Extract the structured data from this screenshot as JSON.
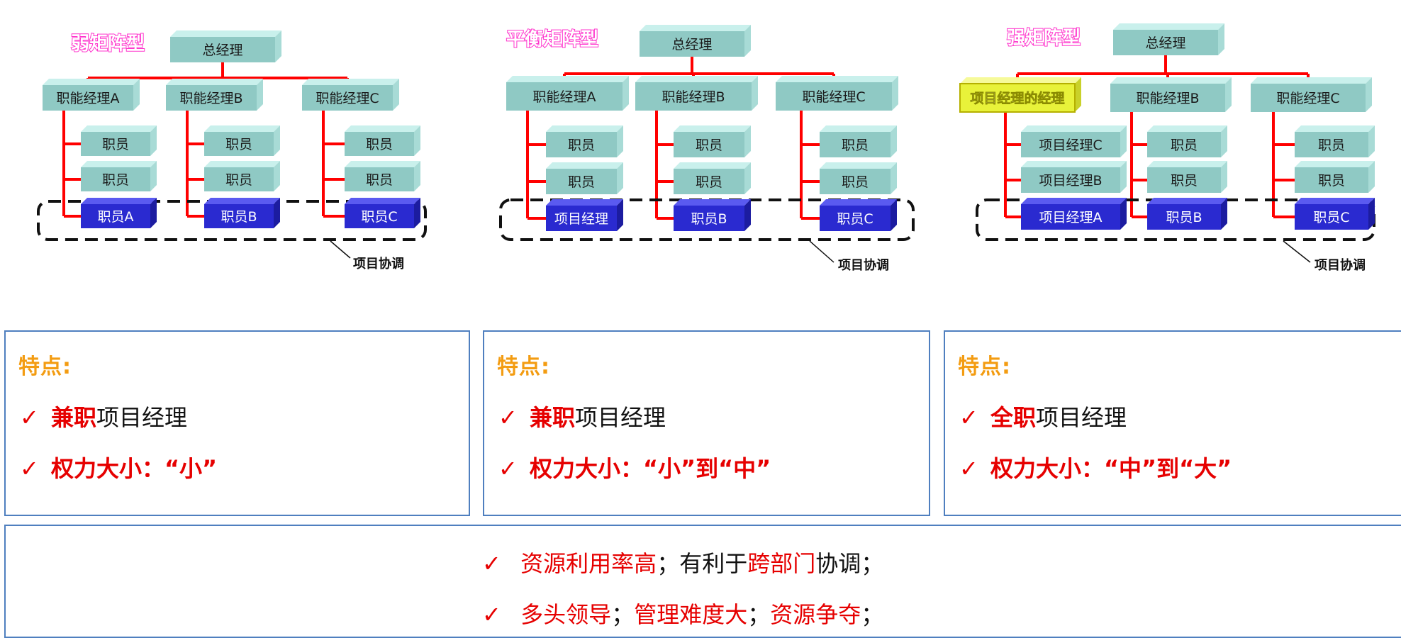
{
  "charts": [
    {
      "type_label": "弱矩阵型",
      "top": "总经理",
      "managers": [
        "职能经理A",
        "职能经理B",
        "职能经理C"
      ],
      "columns": [
        [
          "职员",
          "职员",
          "职员A"
        ],
        [
          "职员",
          "职员",
          "职员B"
        ],
        [
          "职员",
          "职员",
          "职员C"
        ]
      ],
      "coordination_label": "项目协调"
    },
    {
      "type_label": "平衡矩阵型",
      "top": "总经理",
      "managers": [
        "职能经理A",
        "职能经理B",
        "职能经理C"
      ],
      "columns": [
        [
          "职员",
          "职员",
          "项目经理"
        ],
        [
          "职员",
          "职员",
          "职员B"
        ],
        [
          "职员",
          "职员",
          "职员C"
        ]
      ],
      "coordination_label": "项目协调"
    },
    {
      "type_label": "强矩阵型",
      "top": "总经理",
      "managers": [
        "项目经理的经理",
        "职能经理B",
        "职能经理C"
      ],
      "columns": [
        [
          "项目经理C",
          "项目经理B",
          "项目经理A"
        ],
        [
          "职员",
          "职员",
          "职员B"
        ],
        [
          "职员",
          "职员",
          "职员C"
        ]
      ],
      "coordination_label": "项目协调"
    }
  ],
  "features": [
    {
      "title": "特点:",
      "line1_red": "兼职",
      "line1_rest": "项目经理",
      "line2": "权力大小：“小”"
    },
    {
      "title": "特点:",
      "line1_red": "兼职",
      "line1_rest": "项目经理",
      "line2": "权力大小：“小”到“中”"
    },
    {
      "title": "特点:",
      "line1_red": "全职",
      "line1_rest": "项目经理",
      "line2": "权力大小：“中”到“大”"
    }
  ],
  "check_mark": "✓",
  "summary": {
    "line1": [
      {
        "text": "资源利用率高",
        "style": "red"
      },
      {
        "text": "；有利于",
        "style": "black"
      },
      {
        "text": "跨部门",
        "style": "red"
      },
      {
        "text": "协调；",
        "style": "black"
      }
    ],
    "line2": [
      {
        "text": "多头领导",
        "style": "red"
      },
      {
        "text": "；",
        "style": "black"
      },
      {
        "text": "管理难度大",
        "style": "red"
      },
      {
        "text": "；",
        "style": "black"
      },
      {
        "text": "资源争夺",
        "style": "red"
      },
      {
        "text": "；",
        "style": "black"
      }
    ]
  },
  "colors": {
    "box_teal_front": "#8fc9c4",
    "box_teal_top": "#c9f0ec",
    "box_teal_side": "#a8dbd6",
    "box_blue_front": "#2a2ad0",
    "box_blue_top": "#5a5af0",
    "box_blue_side": "#1c1ca0",
    "box_yellow_front": "#e8f23a",
    "connector_red": "#ff0000",
    "type_label_pink": "#ff33cc",
    "panel_border": "#4f7fbf",
    "feature_title_orange": "#f39c12",
    "highlight_red": "#e60000"
  }
}
